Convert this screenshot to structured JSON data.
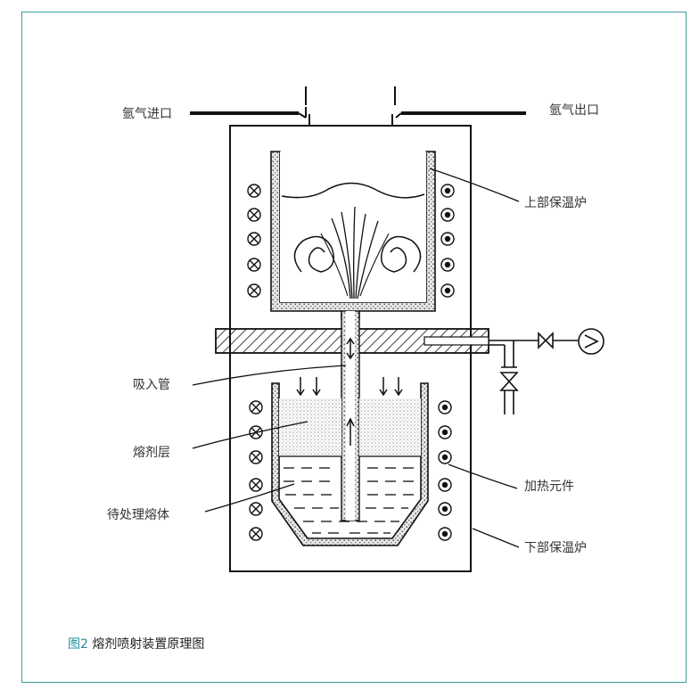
{
  "labels": {
    "gas_inlet": "氩气进口",
    "gas_outlet": "氩气出口",
    "upper_furnace": "上部保温炉",
    "suction_tube": "吸入管",
    "flux_layer": "熔剂层",
    "heating_element": "加热元件",
    "melt": "待处理熔体",
    "lower_furnace": "下部保温炉"
  },
  "caption": {
    "number": "图2",
    "title": "熔剂喷射装置原理图"
  },
  "colors": {
    "frame_border": "#3a9e98",
    "caption_number": "#1f8fa0",
    "line": "#111111"
  }
}
